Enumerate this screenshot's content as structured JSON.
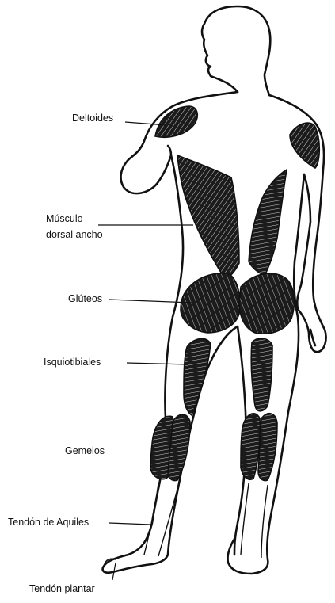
{
  "labels": {
    "deltoides": "Deltoides",
    "dorsal_line1": "Músculo",
    "dorsal_line2": "dorsal ancho",
    "gluteos": "Glúteos",
    "isquiotibiales": "Isquiotibiales",
    "gemelos": "Gemelos",
    "aquiles": "Tendón de Aquiles",
    "plantar": "Tendón plantar"
  },
  "colors": {
    "ink": "#111111",
    "muscle": "#1a1a1a",
    "background": "#ffffff"
  }
}
